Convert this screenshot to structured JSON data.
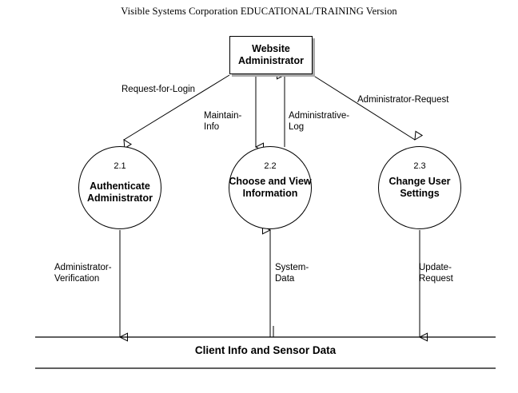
{
  "diagram": {
    "title": "Visible Systems Corporation EDUCATIONAL/TRAINING Version",
    "type": "data-flow-diagram",
    "entities": [
      {
        "id": "website-administrator",
        "label": "Website\nAdministrator",
        "shape": "rectangle-with-shadow"
      }
    ],
    "processes": [
      {
        "id": "p-2-1",
        "number": "2.1",
        "name": "Authenticate\nAdministrator",
        "lines": 2
      },
      {
        "id": "p-2-2",
        "number": "2.2",
        "name": "Choose and\nView\nInformation",
        "lines": 3
      },
      {
        "id": "p-2-3",
        "number": "2.3",
        "name": "Change\nUser\nSettings",
        "lines": 3
      }
    ],
    "datastores": [
      {
        "id": "client-info-and-sensor-data",
        "label": "Client Info and Sensor Data"
      }
    ],
    "flows": [
      {
        "id": "request-for-login",
        "label": "Request-for-Login",
        "from": "website-administrator",
        "to": "p-2-1"
      },
      {
        "id": "maintain-info",
        "label": "Maintain-\nInfo",
        "from": "website-administrator",
        "to": "p-2-2"
      },
      {
        "id": "administrative-log",
        "label": "Administrative-\nLog",
        "from": "p-2-2",
        "to": "website-administrator"
      },
      {
        "id": "administrator-request",
        "label": "Administrator-Request",
        "from": "website-administrator",
        "to": "p-2-3"
      },
      {
        "id": "administrator-verification",
        "label": "Administrator-\nVerification",
        "from": "p-2-1",
        "to": "client-info-and-sensor-data"
      },
      {
        "id": "system-data",
        "label": "System-\nData",
        "from": "client-info-and-sensor-data",
        "to": "p-2-2"
      },
      {
        "id": "update-request",
        "label": "Update-\nRequest",
        "from": "p-2-3",
        "to": "client-info-and-sensor-data"
      }
    ]
  },
  "colors": {
    "stroke": "#000000",
    "background": "#ffffff",
    "shadow": "#a9a9a9"
  }
}
